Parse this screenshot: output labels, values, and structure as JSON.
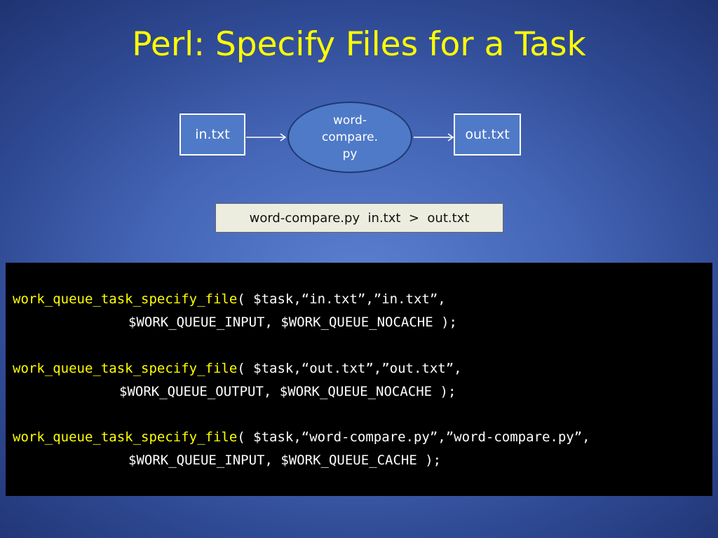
{
  "slide": {
    "title": "Perl: Specify Files for a Task"
  },
  "diagram": {
    "input_file": "in.txt",
    "program": {
      "line1": "word-",
      "line2": "compare.",
      "line3": "py"
    },
    "output_file": "out.txt"
  },
  "command": {
    "text": "word-compare.py  in.txt  >  out.txt"
  },
  "code": {
    "function_name": "work_queue_task_specify_file",
    "calls": [
      {
        "args_line1": "( $task,“in.txt”,”in.txt”,",
        "args_line2": "$WORK_QUEUE_INPUT, $WORK_QUEUE_NOCACHE );"
      },
      {
        "args_line1": "( $task,“out.txt”,”out.txt”,",
        "args_line2": "$WORK_QUEUE_OUTPUT, $WORK_QUEUE_NOCACHE );"
      },
      {
        "args_line1": "( $task,“word-compare.py”,”word-compare.py”,",
        "args_line2": "$WORK_QUEUE_INPUT, $WORK_QUEUE_CACHE );"
      }
    ]
  },
  "colors": {
    "title": "#ffff00",
    "function_name": "#ffff00",
    "code_text": "#ffffff",
    "code_background": "#000000",
    "shape_fill": "#4f7ac8"
  }
}
